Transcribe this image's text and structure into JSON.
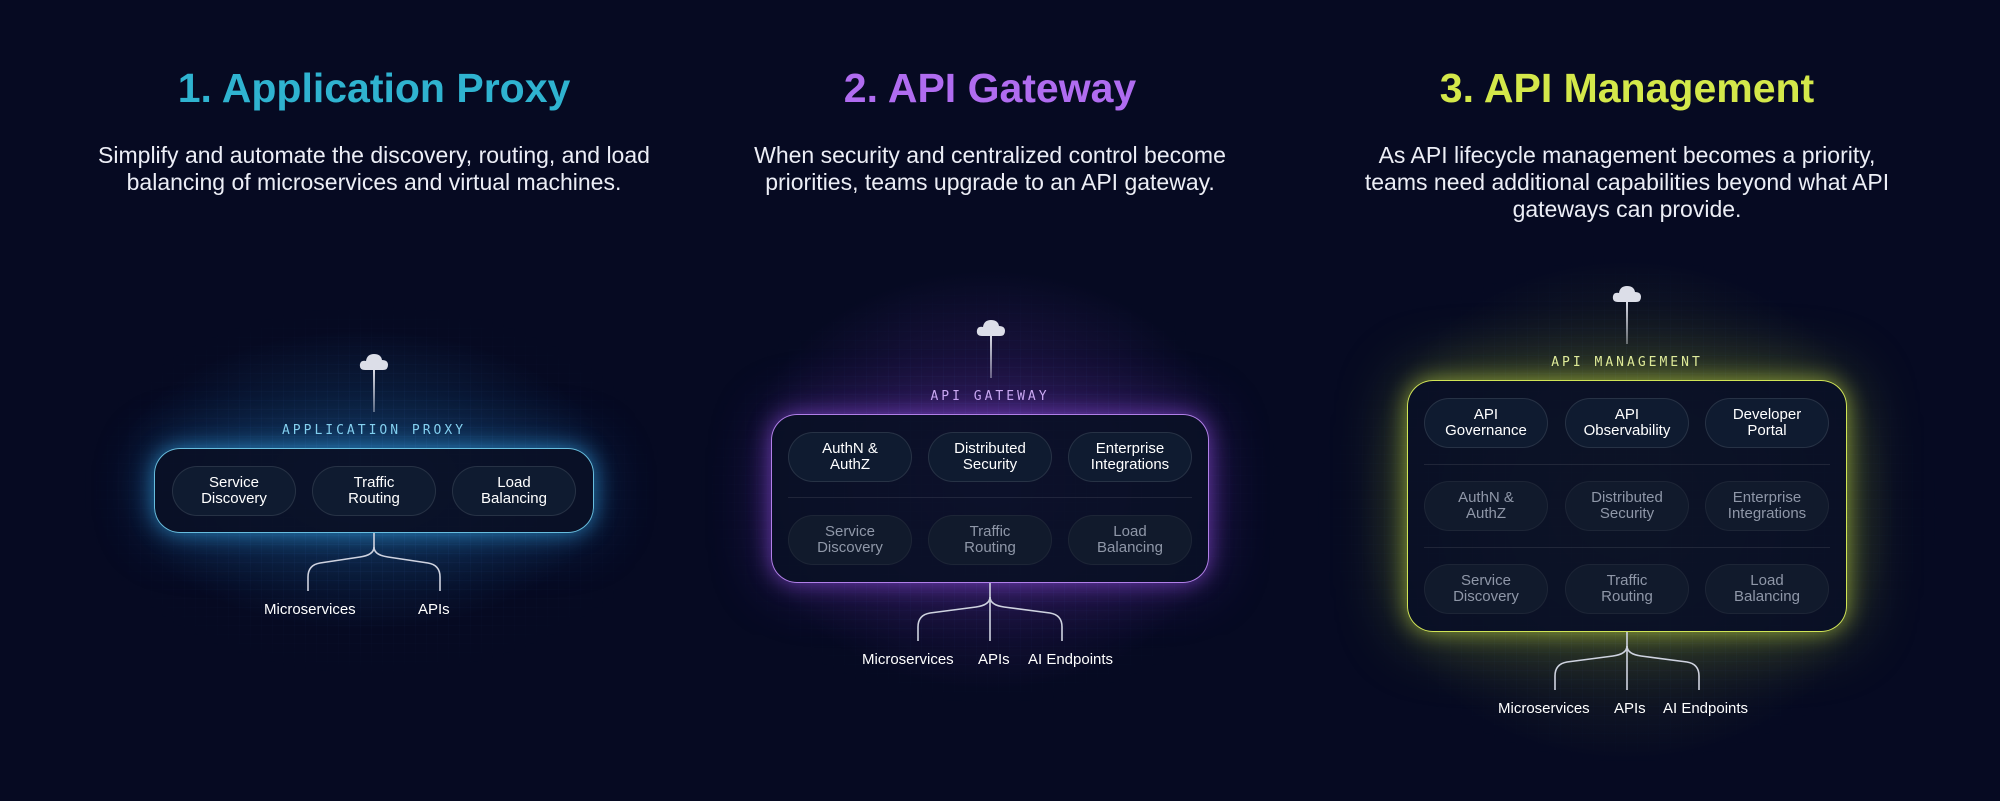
{
  "colors": {
    "background": "#060a22",
    "cyan": "#2fb3d0",
    "purple": "#b06cf0",
    "lime": "#d4e84a"
  },
  "icons": [
    "cloud-icon"
  ],
  "columns": [
    {
      "heading": "1. Application Proxy",
      "description": "Simplify and automate the discovery, routing, and load balancing of microservices and virtual machines.",
      "box_title": "APPLICATION PROXY",
      "rows": [
        [
          "Service\nDiscovery",
          "Traffic\nRouting",
          "Load\nBalancing"
        ]
      ],
      "sources": [
        "Microservices",
        "APIs"
      ]
    },
    {
      "heading": "2. API Gateway",
      "description": "When security and centralized control become priorities, teams upgrade to an API gateway.",
      "box_title": "API GATEWAY",
      "rows": [
        [
          "AuthN &\nAuthZ",
          "Distributed\nSecurity",
          "Enterprise\nIntegrations"
        ],
        [
          "Service\nDiscovery",
          "Traffic\nRouting",
          "Load\nBalancing"
        ]
      ],
      "sources": [
        "Microservices",
        "APIs",
        "AI Endpoints"
      ]
    },
    {
      "heading": "3. API Management",
      "description": "As API lifecycle management becomes a priority, teams need additional capabilities beyond what API gateways can provide.",
      "box_title": "API MANAGEMENT",
      "rows": [
        [
          "API\nGovernance",
          "API\nObservability",
          "Developer\nPortal"
        ],
        [
          "AuthN &\nAuthZ",
          "Distributed\nSecurity",
          "Enterprise\nIntegrations"
        ],
        [
          "Service\nDiscovery",
          "Traffic\nRouting",
          "Load\nBalancing"
        ]
      ],
      "sources": [
        "Microservices",
        "APIs",
        "AI Endpoints"
      ]
    }
  ]
}
